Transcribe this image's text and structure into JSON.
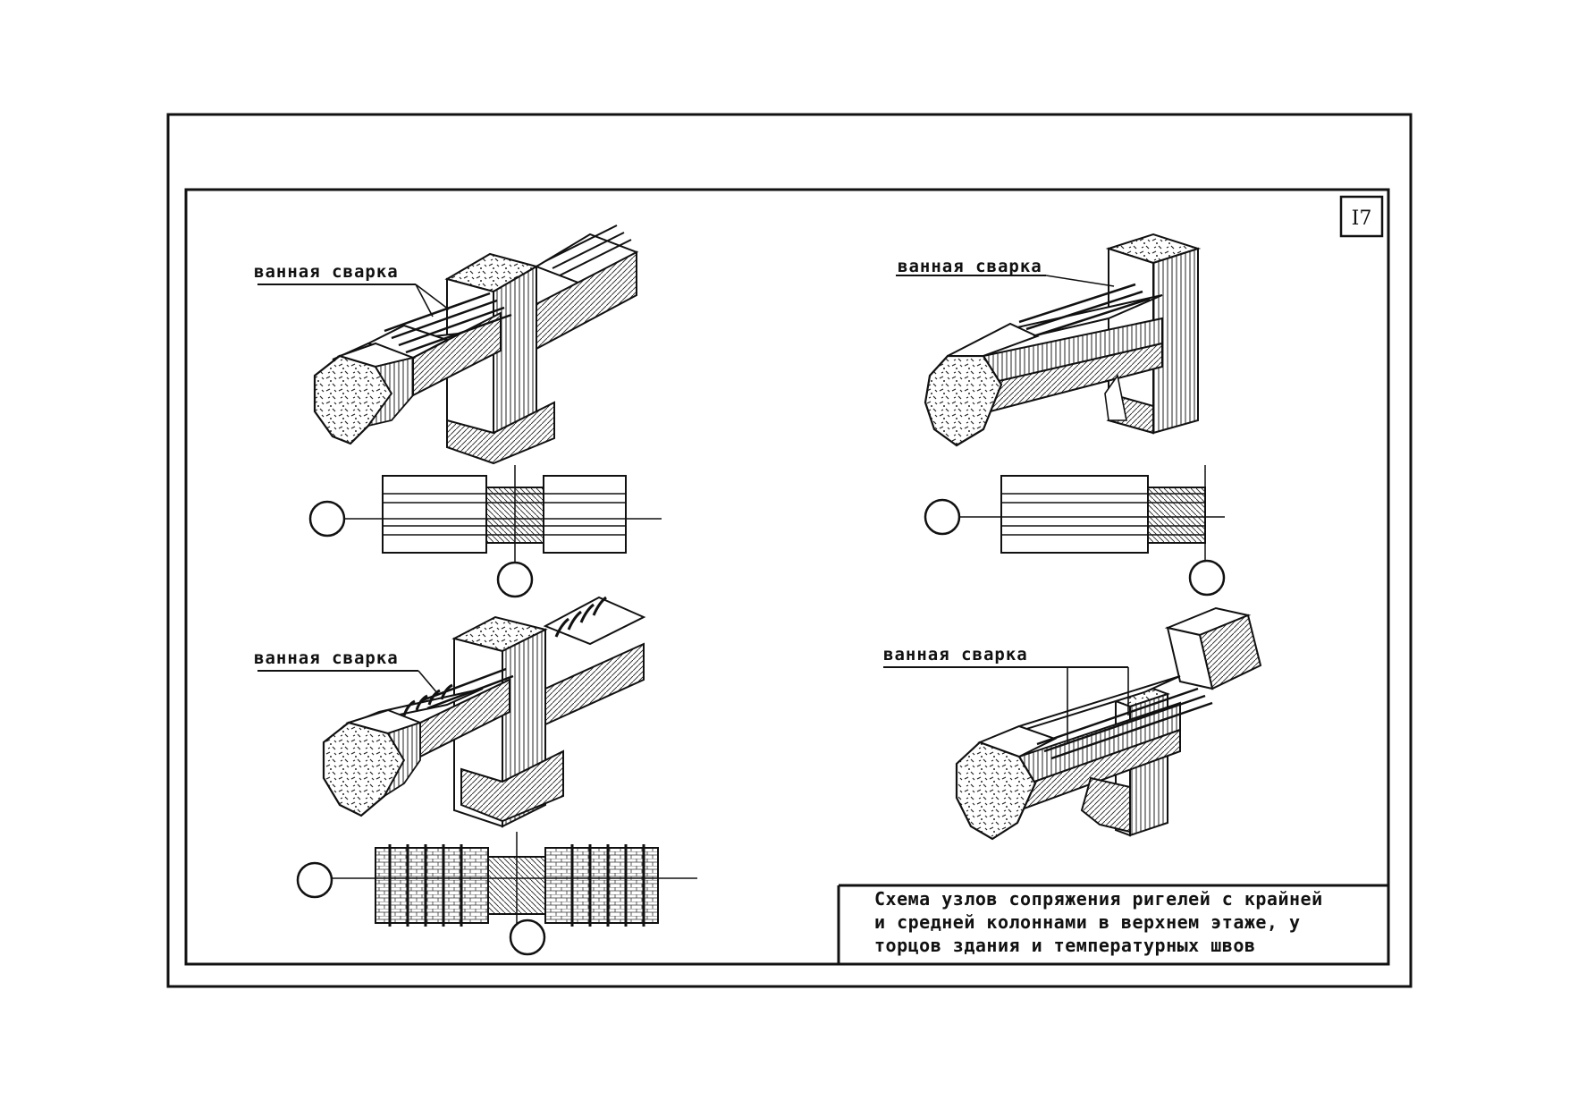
{
  "sheet_number": "I7",
  "welding_label": "ванная сварка",
  "title_lines": [
    "Схема узлов сопряжения ригелей с крайней",
    "и средней колоннами в верхнем этаже, у",
    "торцов здания и температурных швов"
  ]
}
